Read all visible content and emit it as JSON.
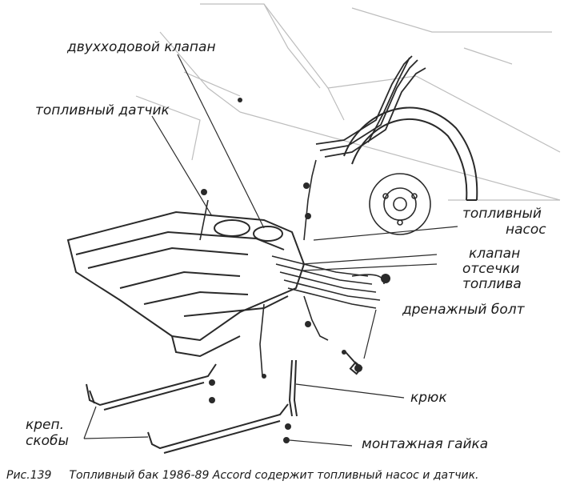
{
  "figure": {
    "labels": {
      "two_way_valve": "двухходовой клапан",
      "fuel_gauge_sender": "топливный датчик",
      "fuel_pump_line1": "топливный",
      "fuel_pump_line2": "насос",
      "cutoff_line1": "клапан",
      "cutoff_line2": "отсечки",
      "cutoff_line3": "топлива",
      "drain_bolt": "дренажный болт",
      "hook": "крюк",
      "bracket_line1": "креп.",
      "bracket_line2": "скобы",
      "mounting_nut": "монтажная гайка"
    }
  },
  "caption": {
    "number": "Рис.139",
    "text": "Топливный бак 1986-89 Accord содержит топливный насос и датчик."
  }
}
